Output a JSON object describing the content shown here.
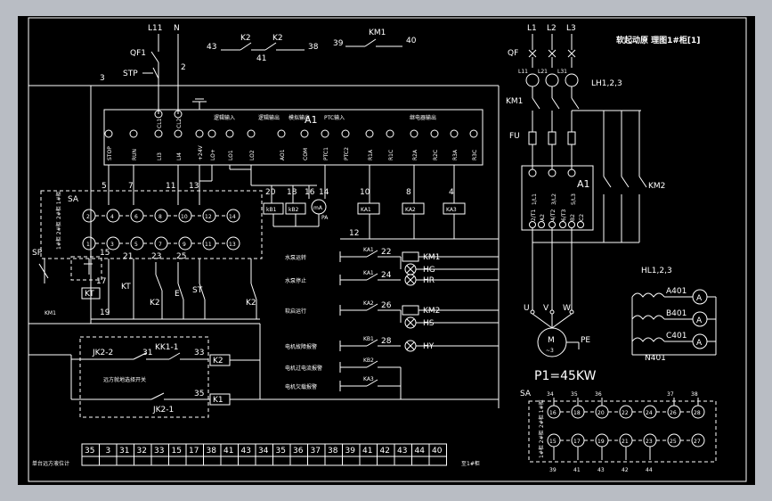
{
  "title": "软起动原 理图1#柜[1]",
  "supply": {
    "l11": "L11",
    "n": "N",
    "qf1": "QF1",
    "stp": "STP",
    "n2": "2",
    "n3": "3"
  },
  "top_contacts": {
    "n43": "43",
    "k2a": "K2",
    "k2b": "K2",
    "n41": "41",
    "n38": "38",
    "n39": "39",
    "km1": "KM1",
    "n40": "40"
  },
  "a1": {
    "title": "A1",
    "terminals": [
      "STOP",
      "RUN",
      "LI3",
      "LI4",
      "+24V",
      "LO+",
      "LO1",
      "LO2",
      "AO1",
      "COM",
      "PTC1",
      "PTC2",
      "R1A",
      "R1C",
      "R2A",
      "R2C",
      "R3A",
      "R3C"
    ],
    "cl": [
      "CL1",
      "CL2"
    ],
    "headers": [
      "逻辑输入",
      "逻辑输出",
      "模拟输出",
      "PTC输入",
      "继电器输出"
    ]
  },
  "wires": {
    "n5": "5",
    "n7": "7",
    "n11": "11",
    "n13": "13",
    "n20": "20",
    "n18": "18",
    "n16": "16",
    "n14": "14",
    "n10": "10",
    "n8": "8",
    "n4": "4",
    "n12": "12",
    "n19": "19",
    "n21": "21",
    "n23": "23",
    "n25": "25",
    "n15": "15",
    "n17": "17",
    "n22": "22",
    "n24": "24",
    "n26": "26",
    "n28": "28",
    "n31": "31",
    "n33": "33",
    "n35": "35"
  },
  "relays": {
    "kb1": "kB1",
    "kb2": "kB2",
    "pa": "PA",
    "ma": "mA",
    "ka1": "KA1",
    "ka2": "KA2",
    "ka3": "KA3"
  },
  "sa": {
    "label": "SA",
    "top_row": [
      "2",
      "4",
      "6",
      "8",
      "10",
      "12",
      "14"
    ],
    "bottom_row": [
      "1",
      "3",
      "5",
      "7",
      "9",
      "11",
      "13"
    ],
    "side_top": "2#柜  1#柜",
    "side_bottom": "1#柜  2#柜"
  },
  "left_parts": {
    "sp": "SP",
    "kt_box": "KT",
    "km1": "KM1",
    "kt": "KT",
    "k2a": "K2",
    "e": "E",
    "st": "ST",
    "k2b": "K2"
  },
  "right_rows": [
    {
      "label": "水泵运转",
      "contact": "KA1",
      "n": "22",
      "coil": "KM1",
      "lamp": "HG"
    },
    {
      "label": "水泵停止",
      "contact": "KA1",
      "n": "24",
      "coil": "",
      "lamp": "HR"
    },
    {
      "label": "软启运行",
      "contact": "KA2",
      "n": "26",
      "coil": "KM2",
      "lamp": "HS"
    },
    {
      "label": "电机故障报警",
      "contact": "KB1",
      "n": "28",
      "coil": "",
      "lamp": "HY"
    },
    {
      "label": "电机过电流报警",
      "contact": "KB2",
      "n": "",
      "coil": "",
      "lamp": ""
    },
    {
      "label": "电机欠载报警",
      "contact": "KA3",
      "n": "",
      "coil": "",
      "lamp": ""
    }
  ],
  "jk": {
    "jk2_2": "JK2-2",
    "n31": "31",
    "kk1_1": "KK1-1",
    "n33": "33",
    "k2": "K2",
    "label": "远方就地选择开关",
    "jk2_1": "JK2-1",
    "n35": "35",
    "k1": "K1"
  },
  "terminal_strip": {
    "left_label": "单台远方液位计",
    "cells": [
      "35",
      "3",
      "31",
      "32",
      "33",
      "15",
      "17",
      "38",
      "41",
      "43",
      "34",
      "35",
      "36",
      "37",
      "38",
      "39",
      "41",
      "42",
      "43",
      "44",
      "40"
    ],
    "right_label": "至1#柜"
  },
  "power": {
    "phases": [
      "L1",
      "L2",
      "L3"
    ],
    "qf": "QF",
    "lh": [
      "L11",
      "L21",
      "L31"
    ],
    "lh_label": "LH1,2,3",
    "km1": "KM1",
    "fu": "FU",
    "a1": "A1",
    "a1_top": [
      "1/L1",
      "3/L2",
      "5/L3"
    ],
    "a1_bottom": [
      "2/T1",
      "A2",
      "4/T2",
      "6/T3",
      "B2",
      "C2"
    ],
    "km2": "KM2",
    "uvw": [
      "U",
      "V",
      "W"
    ],
    "motor": "M",
    "motor_sub": "~3",
    "pe": "PE",
    "rating": "P1=45KW",
    "hl": "HL1,2,3",
    "ammeters": [
      "A401",
      "B401",
      "C401"
    ],
    "n401": "N401",
    "meter": "A"
  },
  "sa_right": {
    "label": "SA",
    "top_wires": [
      "34",
      "35",
      "36",
      "37",
      "38"
    ],
    "top_row": [
      "16",
      "18",
      "20",
      "22",
      "24",
      "26",
      "28"
    ],
    "bottom_row": [
      "15",
      "17",
      "19",
      "21",
      "23",
      "25",
      "27"
    ],
    "side_top": "2#柜  1#柜",
    "side_bottom": "1#柜  2#柜",
    "bottom_wires": [
      "39",
      "41",
      "43",
      "42",
      "44"
    ]
  }
}
